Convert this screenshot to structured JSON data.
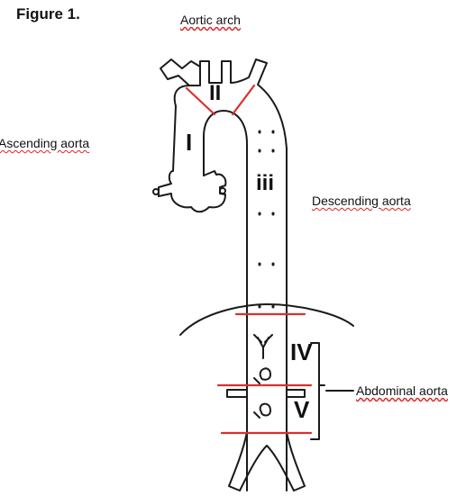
{
  "figure": {
    "title": "Figure 1.",
    "labels": {
      "aortic_arch": "Aortic arch",
      "ascending_aorta": "Ascending aorta",
      "descending_aorta": "Descending aorta",
      "abdominal_aorta": "Abdominal aorta"
    },
    "zones": {
      "one": "I",
      "two": "II",
      "three": "iii",
      "four": "IV",
      "five": "V"
    }
  },
  "colors": {
    "outline": "#1a1a1a",
    "zone_line": "#d9302c"
  }
}
